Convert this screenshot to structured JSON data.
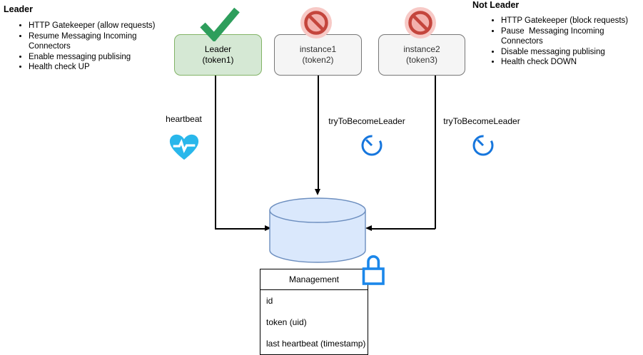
{
  "left_panel": {
    "heading": "Leader",
    "items": [
      "HTTP Gatekeeper (allow requests)",
      "Resume Messaging Incoming Connectors",
      "Enable messaging publising",
      "Health check UP"
    ]
  },
  "right_panel": {
    "heading": "Not Leader",
    "items": [
      "HTTP Gatekeeper (block requests)",
      "Pause  Messaging Incoming Connectors",
      "Disable messaging publising",
      "Health check DOWN"
    ]
  },
  "nodes": {
    "leader": {
      "title": "Leader",
      "subtitle": "(token1)",
      "status_icon": "check-icon"
    },
    "instance1": {
      "title": "instance1",
      "subtitle": "(token2)",
      "status_icon": "no-entry-icon"
    },
    "instance2": {
      "title": "instance2",
      "subtitle": "(token3)",
      "status_icon": "no-entry-icon"
    }
  },
  "labels": {
    "heartbeat": "heartbeat",
    "try_to_become_leader_1": "tryToBecomeLeader",
    "try_to_become_leader_2": "tryToBecomeLeader"
  },
  "icons": {
    "check": "check-icon",
    "no_entry": "no-entry-icon",
    "heartbeat": "heartbeat-icon",
    "timer": "timer-icon",
    "lock": "lock-icon",
    "database": "database-cylinder-icon"
  },
  "management_table": {
    "header": "Management",
    "rows": [
      "id",
      "token (uid)",
      "last heartbeat (timestamp)"
    ]
  },
  "colors": {
    "leader_fill": "#d5e8d4",
    "leader_stroke": "#82b366",
    "instance_fill": "#f5f5f5",
    "instance_stroke": "#777777",
    "db_fill": "#dae8fc",
    "db_stroke": "#6c8ebf",
    "check_green": "#2e9e5c",
    "no_entry_red": "#c4453c",
    "no_entry_halo": "#f7c9c6",
    "no_entry_inner": "#f3b1ad",
    "heart_cyan": "#29b7eb",
    "timer_blue": "#1676dd",
    "lock_blue": "#1b87ea",
    "connector_black": "#000000"
  }
}
